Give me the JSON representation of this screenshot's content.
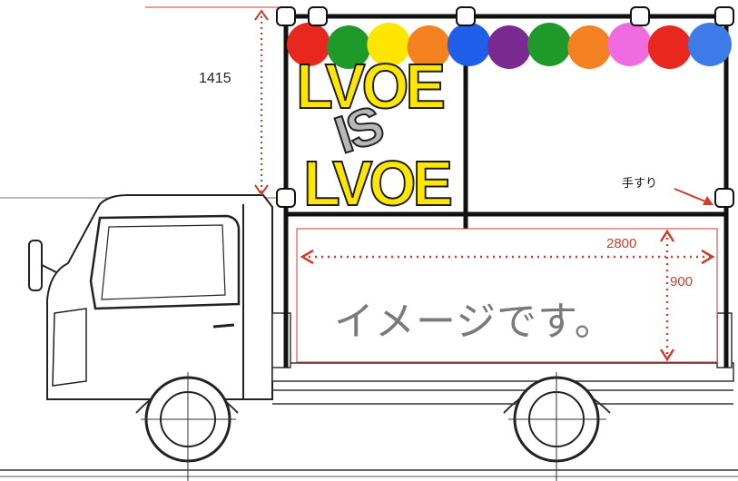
{
  "dimensions": {
    "frame_height": "1415",
    "banner_width": "2800",
    "banner_height": "900"
  },
  "labels": {
    "handrail": "手すり",
    "banner_placeholder": "イメージです。"
  },
  "logo": {
    "line1": "LVOE",
    "line2": "IS",
    "line3": "LVOE"
  },
  "balloons": {
    "colors": [
      "#e8281e",
      "#1f9a2a",
      "#ffe600",
      "#f58220",
      "#1e5ee8",
      "#7b2a91",
      "#1f9a2a",
      "#f58220",
      "#f06ae0",
      "#e8281e",
      "#3d7be8"
    ]
  },
  "colors": {
    "dimension_red": "#d23a2a",
    "frame_black": "#111111",
    "logo_yellow": "#ffe600"
  }
}
